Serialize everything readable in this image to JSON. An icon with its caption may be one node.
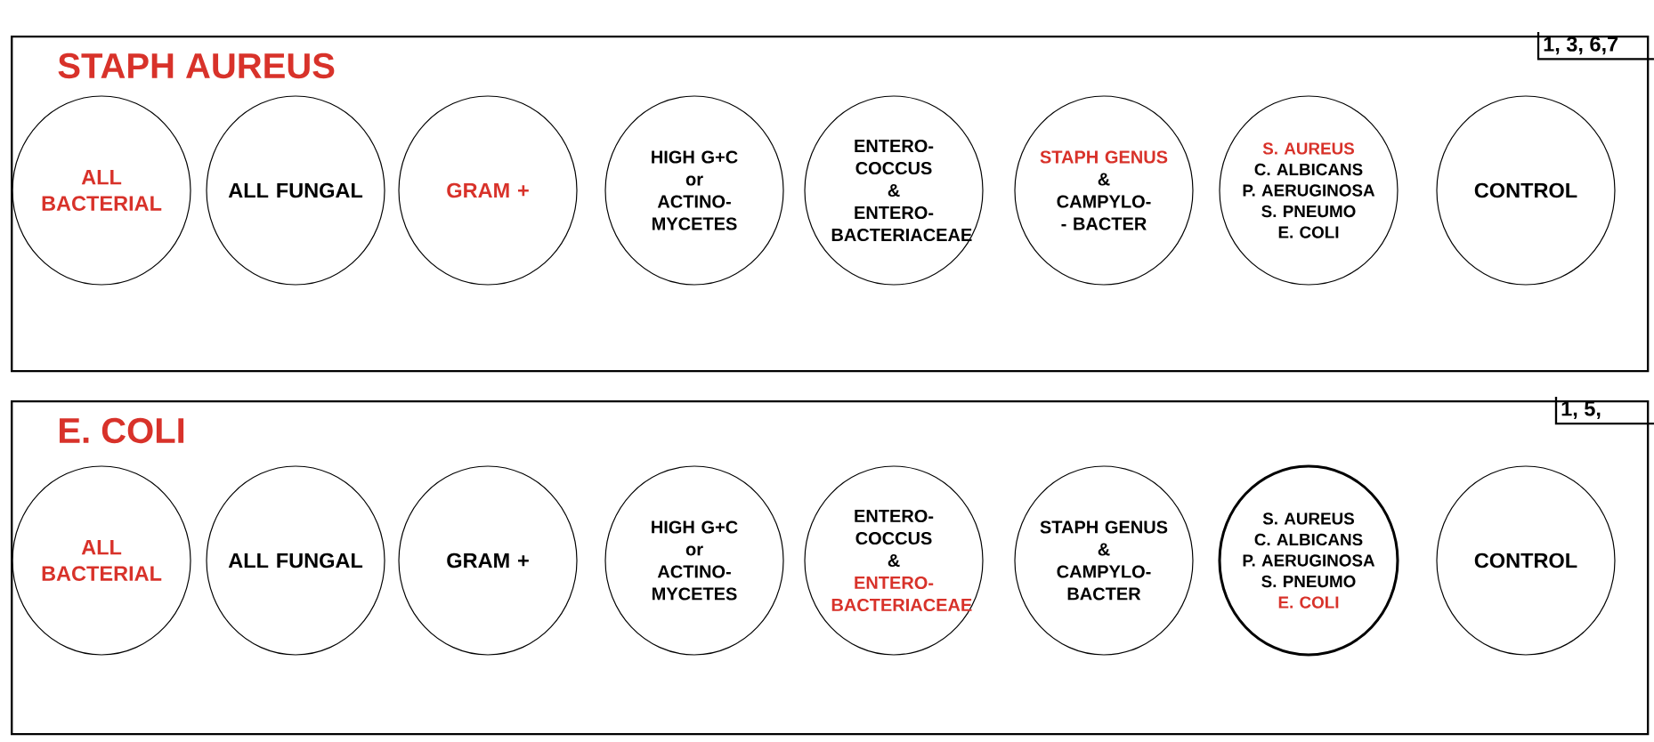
{
  "diagram": {
    "nodes": [
      {
        "text": [
          "STAPH AUREUS"
        ]
      },
      {
        "text": [
          "ALL BACTERIAL"
        ],
        "in": 0
      },
      {
        "text": [
          "ALL FUNGAL"
        ],
        "in": 0
      },
      {
        "text": [
          "GRAM +"
        ],
        "in": 0
      },
      {
        "text": [
          "HIGH G+C",
          "or",
          "ACTINO- MYCETES"
        ],
        "in": 0
      },
      {
        "text": [
          "ENTERO- COCCUS",
          "&",
          "ENTERO- BACTERIACEAE"
        ],
        "in": 0
      },
      {
        "text": [
          "STAPH GENUS",
          "&",
          "CAMPYLO-- BACTER"
        ],
        "in": 0
      },
      {
        "text": [
          "S. AUREUS",
          "C. ALBICANS",
          "P. AERUGINOSA",
          "S. PNEUMO",
          "E. COLI"
        ],
        "in": 0
      },
      {
        "text": [
          "CONTROL"
        ],
        "in": 0
      },
      {
        "text": [
          "E. COLI"
        ]
      },
      {
        "text": [
          "ALL BACTERIAL"
        ],
        "in": 9
      },
      {
        "text": [
          "ALL FUNGAL"
        ],
        "in": 9
      },
      {
        "text": [
          "GRAM +"
        ],
        "in": 9
      },
      {
        "text": [
          "HIGH G+C",
          "or",
          "ACTINO- MYCETES"
        ],
        "in": 9
      },
      {
        "text": [
          "ENTERO- COCCUS",
          "&",
          "ENTERO- BACTERIACEAE"
        ],
        "in": 9
      },
      {
        "text": [
          "STAPH GENUS",
          "&",
          "CAMPYLO- BACTER"
        ],
        "in": 9
      },
      {
        "text": [
          "S. AUREUS",
          "C. ALBICANS",
          "P. AERUGINOSA",
          "S. PNEUMO",
          "E. COLI"
        ],
        "in": 9
      },
      {
        "text": [
          "CONTROL"
        ],
        "in": 9
      }
    ],
    "edges": [],
    "labels": [
      "1, 3, 6,7",
      "1, 5,"
    ]
  }
}
